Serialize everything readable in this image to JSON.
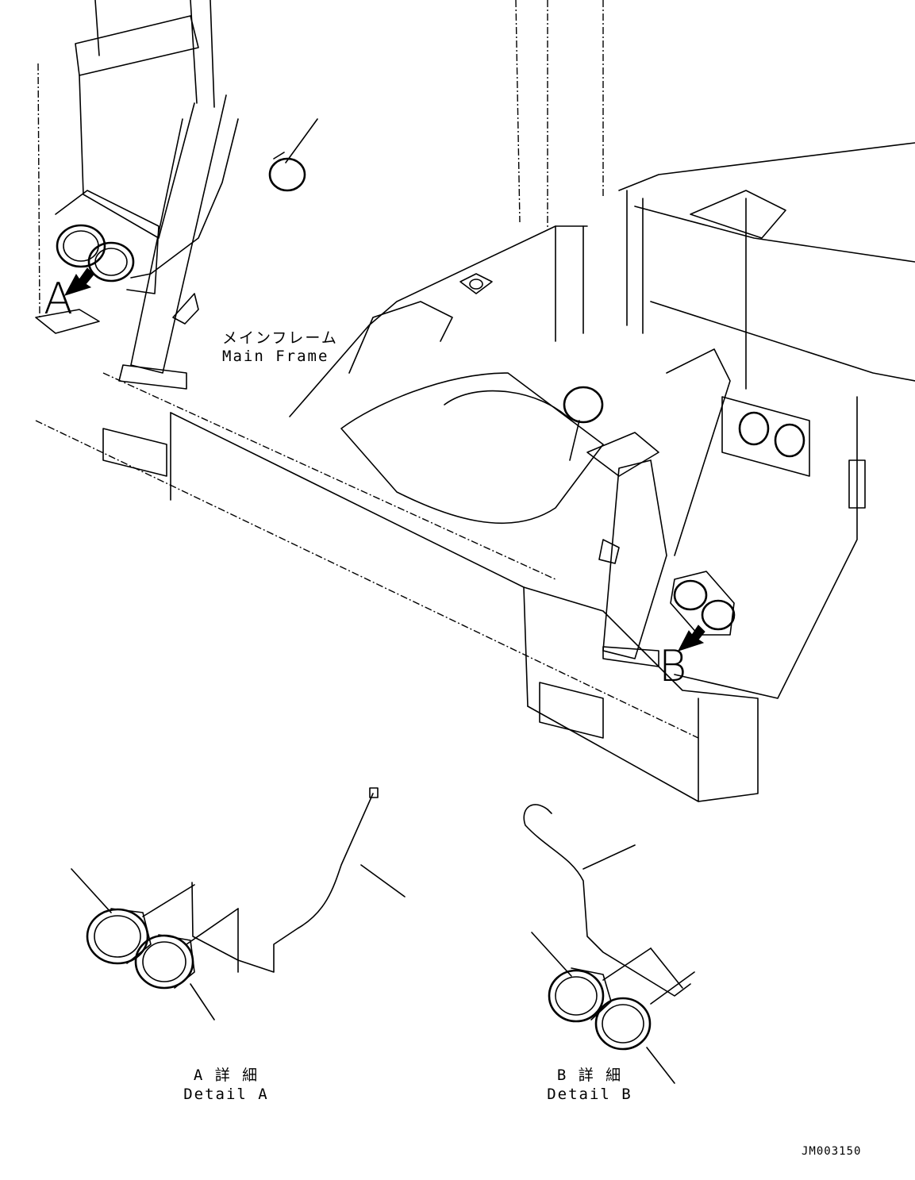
{
  "labels": {
    "main_frame_jp": "メインフレーム",
    "main_frame_en": "Main Frame",
    "callout_a": "A",
    "callout_b": "B",
    "detail_a_jp": "A 詳 細",
    "detail_a_en": "Detail A",
    "detail_b_jp": "B 詳 細",
    "detail_b_en": "Detail B",
    "drawing_number": "JM003150"
  },
  "icons": {
    "view_arrow": "arrow-icon",
    "lamp": "lamp-icon",
    "connector": "connector-icon"
  }
}
